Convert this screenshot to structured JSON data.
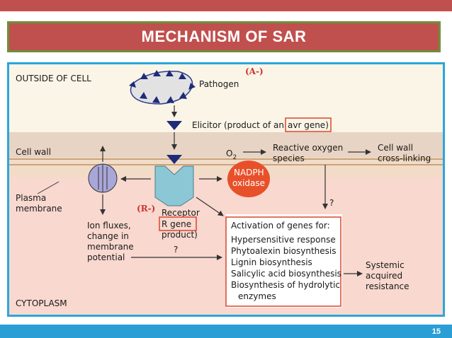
{
  "slide": {
    "title": "MECHANISM OF SAR",
    "number": "15"
  },
  "colors": {
    "top_bar": "#c0504d",
    "title_fill": "#c0504d",
    "title_border": "#6f8f3a",
    "frame_border": "#2aa7d9",
    "bottom_bar": "#2a9fd6",
    "highlight_red": "#d9472b"
  },
  "diagram": {
    "regions": {
      "outside": "OUTSIDE OF CELL",
      "cell_wall": "Cell wall",
      "plasma_membrane": [
        "Plasma",
        "membrane"
      ],
      "cytoplasm": "CYTOPLASM"
    },
    "pathogen": "Pathogen",
    "elicitor_prefix": "Elicitor (product of an ",
    "avr_gene": "avr gene)",
    "a_minus": "(A-)",
    "r_minus": "(R-)",
    "o2": "O",
    "o2_sub": "2",
    "ros": [
      "Reactive oxygen",
      "species"
    ],
    "crosslink": [
      "Cell wall",
      "cross-linking"
    ],
    "nadph": [
      "NADPH",
      "oxidase"
    ],
    "receptor": "Receptor",
    "r_gene": "R gene",
    "r_gene_suffix": "product)",
    "ion_flux": [
      "Ion fluxes,",
      "change in",
      "membrane",
      "potential"
    ],
    "question": "?",
    "genes_title": "Activation of genes for:",
    "genes": [
      "Hypersensitive response",
      "Phytoalexin biosynthesis",
      "Lignin biosynthesis",
      "Salicylic acid biosynthesis",
      "Biosynthesis of hydrolytic",
      "enzymes"
    ],
    "sar": [
      "Systemic",
      "acquired",
      "resistance"
    ]
  }
}
